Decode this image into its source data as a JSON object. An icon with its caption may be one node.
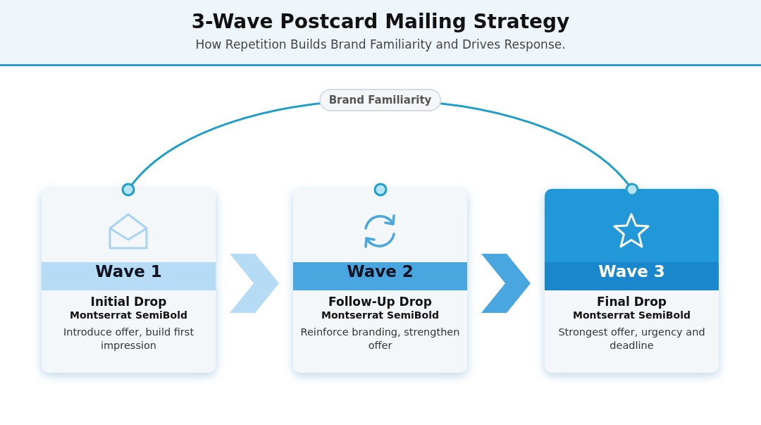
{
  "diagram": {
    "title": "3-Wave Postcard Mailing Strategy",
    "caption": "How Repetition Builds Brand Familiarity and Drives Response.",
    "nodes": [
      {
        "text": [
          "Wave 1",
          "Initial Drop",
          "Montserrat SemiBold",
          "Introduce offer, build first impression"
        ]
      },
      {
        "text": [
          "Wave 2",
          "Follow-Up Drop",
          "Montserrat SemiBold",
          "Reinforce branding, strengthen offer"
        ]
      },
      {
        "text": [
          "Wave 3",
          "Final Drop",
          "Montserrat SemiBold",
          "Strongest offer, urgency and deadline"
        ]
      }
    ],
    "edges": [
      {
        "from": 0,
        "to": 2,
        "arrow": "other",
        "label": "Brand Familiarity"
      },
      {
        "from": 0,
        "to": 1,
        "arrow": "to",
        "style": "thick",
        "color": "#b5dcf4"
      },
      {
        "from": 1,
        "to": 2,
        "arrow": "to",
        "style": "thick",
        "color": "#4aa6de"
      }
    ]
  }
}
